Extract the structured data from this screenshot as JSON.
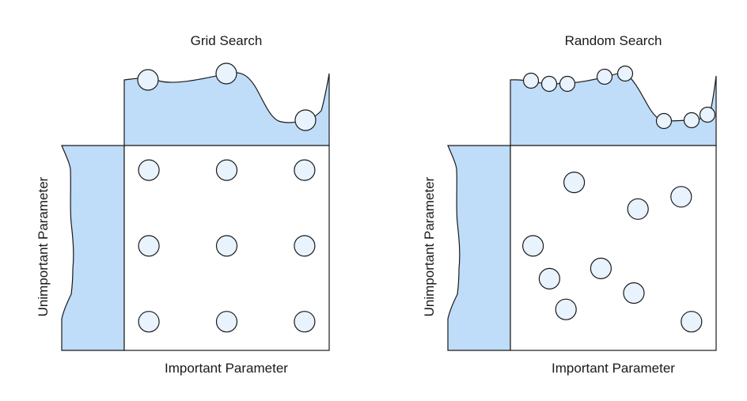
{
  "panels": [
    {
      "id": "grid",
      "title": "Grid Search",
      "xlabel": "Important Parameter",
      "ylabel": "Unimportant Parameter",
      "samples": [
        [
          0.12,
          0.12
        ],
        [
          0.5,
          0.12
        ],
        [
          0.88,
          0.12
        ],
        [
          0.12,
          0.49
        ],
        [
          0.5,
          0.49
        ],
        [
          0.88,
          0.49
        ],
        [
          0.12,
          0.86
        ],
        [
          0.5,
          0.86
        ],
        [
          0.88,
          0.86
        ]
      ]
    },
    {
      "id": "random",
      "title": "Random Search",
      "xlabel": "Important Parameter",
      "ylabel": "Unimportant Parameter",
      "samples": [
        [
          0.31,
          0.18
        ],
        [
          0.62,
          0.31
        ],
        [
          0.83,
          0.25
        ],
        [
          0.11,
          0.49
        ],
        [
          0.44,
          0.6
        ],
        [
          0.19,
          0.65
        ],
        [
          0.6,
          0.72
        ],
        [
          0.27,
          0.8
        ],
        [
          0.88,
          0.86
        ]
      ]
    }
  ],
  "colors": {
    "fill": "#bfdcf8",
    "point": "#e8f3fd",
    "stroke": "#1a1a1a"
  }
}
